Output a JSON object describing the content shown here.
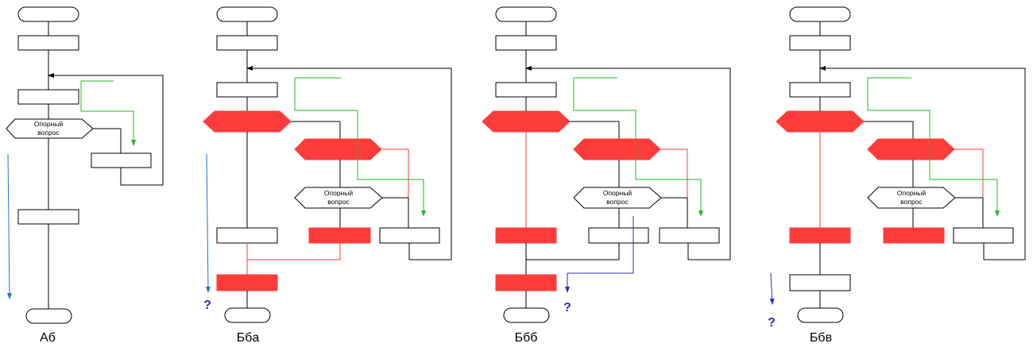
{
  "colors": {
    "line": "#000000",
    "highlight": "#ff3b3b",
    "green_path": "#22bb22",
    "blue_arrow": "#1a73e8",
    "blue_path": "#2b2bcc"
  },
  "diagrams": [
    {
      "caption": "Аб",
      "question": [
        "Опорный",
        "вопрос"
      ]
    },
    {
      "caption": "Ббa",
      "question": [
        "Опорный",
        "вопрос"
      ],
      "unknown": "?"
    },
    {
      "caption": "Ббб",
      "question": [
        "Опорный",
        "вопрос"
      ],
      "unknown": "?"
    },
    {
      "caption": "Ббв",
      "question": [
        "Опорный",
        "вопрос"
      ],
      "unknown": "?"
    }
  ]
}
